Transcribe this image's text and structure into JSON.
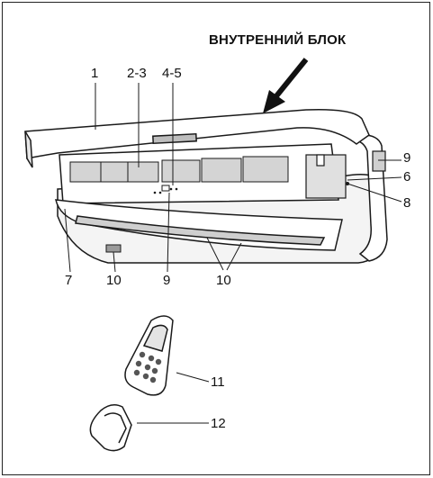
{
  "title": "ВНУТРЕННИЙ БЛОК",
  "callouts": {
    "c1": "1",
    "c23": "2-3",
    "c45": "4-5",
    "c9_top": "9",
    "c6": "6",
    "c8": "8",
    "c7": "7",
    "c10_left": "10",
    "c9_bottom": "9",
    "c10_right": "10",
    "c11": "11",
    "c12": "12"
  },
  "colors": {
    "line": "#1a1a1a",
    "panel_fill": "#ffffff",
    "filter_fill": "#d4d4d4",
    "shade": "#9a9a9a",
    "dark": "#333333"
  }
}
